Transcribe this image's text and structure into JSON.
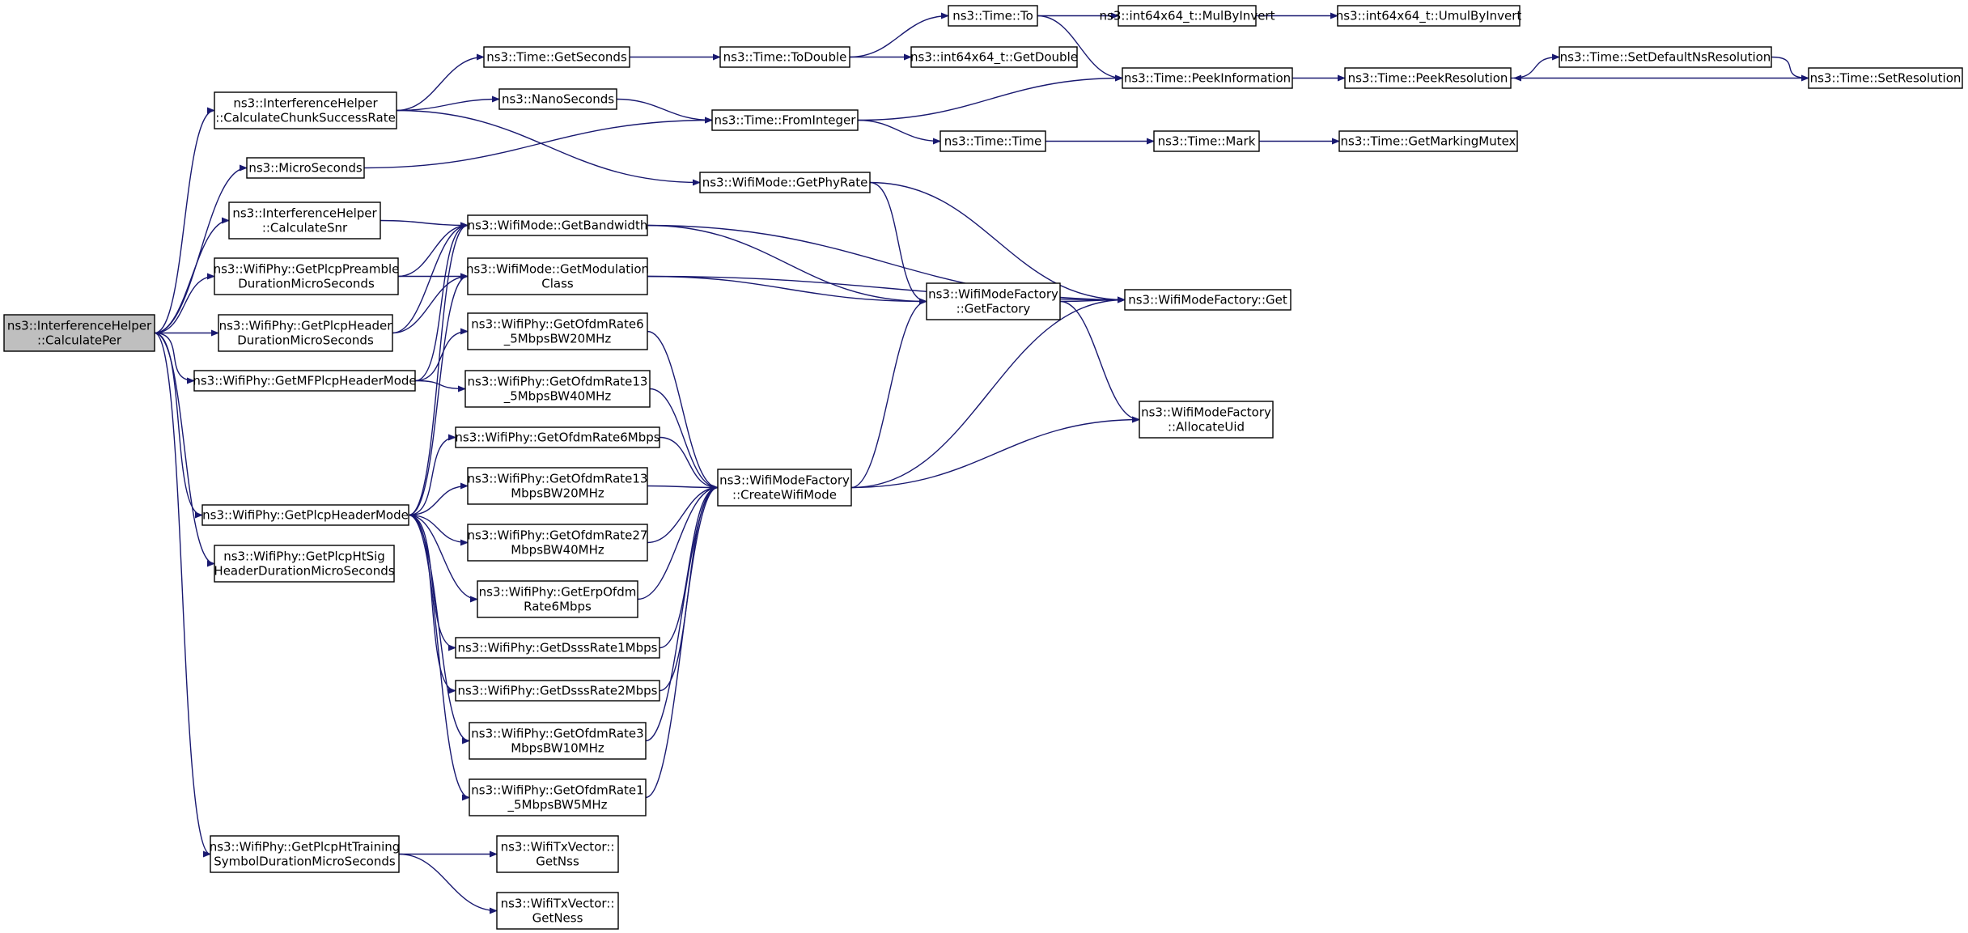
{
  "graph": {
    "nodes": [
      {
        "id": "root",
        "lines": [
          "ns3::InterferenceHelper",
          "::CalculatePer"
        ],
        "root": true
      },
      {
        "id": "ccsr",
        "lines": [
          "ns3::InterferenceHelper",
          "::CalculateChunkSuccessRate"
        ]
      },
      {
        "id": "micro",
        "lines": [
          "ns3::MicroSeconds"
        ]
      },
      {
        "id": "snr",
        "lines": [
          "ns3::InterferenceHelper",
          "::CalculateSnr"
        ]
      },
      {
        "id": "preamble",
        "lines": [
          "ns3::WifiPhy::GetPlcpPreamble",
          "DurationMicroSeconds"
        ]
      },
      {
        "id": "hdrdur",
        "lines": [
          "ns3::WifiPhy::GetPlcpHeader",
          "DurationMicroSeconds"
        ]
      },
      {
        "id": "mfmode",
        "lines": [
          "ns3::WifiPhy::GetMFPlcpHeaderMode"
        ]
      },
      {
        "id": "hdrmode",
        "lines": [
          "ns3::WifiPhy::GetPlcpHeaderMode"
        ]
      },
      {
        "id": "htsig",
        "lines": [
          "ns3::WifiPhy::GetPlcpHtSig",
          "HeaderDurationMicroSeconds"
        ]
      },
      {
        "id": "httrain",
        "lines": [
          "ns3::WifiPhy::GetPlcpHtTraining",
          "SymbolDurationMicroSeconds"
        ]
      },
      {
        "id": "getsec",
        "lines": [
          "ns3::Time::GetSeconds"
        ]
      },
      {
        "id": "nano",
        "lines": [
          "ns3::NanoSeconds"
        ]
      },
      {
        "id": "bandwidth",
        "lines": [
          "ns3::WifiMode::GetBandwidth"
        ]
      },
      {
        "id": "modclass",
        "lines": [
          "ns3::WifiMode::GetModulation",
          "Class"
        ]
      },
      {
        "id": "o65_20",
        "lines": [
          "ns3::WifiPhy::GetOfdmRate6",
          "_5MbpsBW20MHz"
        ]
      },
      {
        "id": "o135_40",
        "lines": [
          "ns3::WifiPhy::GetOfdmRate13",
          "_5MbpsBW40MHz"
        ]
      },
      {
        "id": "o6",
        "lines": [
          "ns3::WifiPhy::GetOfdmRate6Mbps"
        ]
      },
      {
        "id": "o13_20",
        "lines": [
          "ns3::WifiPhy::GetOfdmRate13",
          "MbpsBW20MHz"
        ]
      },
      {
        "id": "o27_40",
        "lines": [
          "ns3::WifiPhy::GetOfdmRate27",
          "MbpsBW40MHz"
        ]
      },
      {
        "id": "erp6",
        "lines": [
          "ns3::WifiPhy::GetErpOfdm",
          "Rate6Mbps"
        ]
      },
      {
        "id": "dsss1",
        "lines": [
          "ns3::WifiPhy::GetDsssRate1Mbps"
        ]
      },
      {
        "id": "dsss2",
        "lines": [
          "ns3::WifiPhy::GetDsssRate2Mbps"
        ]
      },
      {
        "id": "o3_10",
        "lines": [
          "ns3::WifiPhy::GetOfdmRate3",
          "MbpsBW10MHz"
        ]
      },
      {
        "id": "o15_5",
        "lines": [
          "ns3::WifiPhy::GetOfdmRate1",
          "_5MbpsBW5MHz"
        ]
      },
      {
        "id": "nss",
        "lines": [
          "ns3::WifiTxVector::",
          "GetNss"
        ]
      },
      {
        "id": "ness",
        "lines": [
          "ns3::WifiTxVector::",
          "GetNess"
        ]
      },
      {
        "id": "todouble",
        "lines": [
          "ns3::Time::ToDouble"
        ]
      },
      {
        "id": "frominteger",
        "lines": [
          "ns3::Time::FromInteger"
        ]
      },
      {
        "id": "phyrate",
        "lines": [
          "ns3::WifiMode::GetPhyRate"
        ]
      },
      {
        "id": "createwm",
        "lines": [
          "ns3::WifiModeFactory",
          "::CreateWifiMode"
        ]
      },
      {
        "id": "timeto",
        "lines": [
          "ns3::Time::To"
        ]
      },
      {
        "id": "getdouble",
        "lines": [
          "ns3::int64x64_t::GetDouble"
        ]
      },
      {
        "id": "timetime",
        "lines": [
          "ns3::Time::Time"
        ]
      },
      {
        "id": "getfactory",
        "lines": [
          "ns3::WifiModeFactory",
          "::GetFactory"
        ]
      },
      {
        "id": "mulbyinv",
        "lines": [
          "ns3::int64x64_t::MulByInvert"
        ]
      },
      {
        "id": "peekinfo",
        "lines": [
          "ns3::Time::PeekInformation"
        ]
      },
      {
        "id": "mark",
        "lines": [
          "ns3::Time::Mark"
        ]
      },
      {
        "id": "wmfget",
        "lines": [
          "ns3::WifiModeFactory::Get"
        ]
      },
      {
        "id": "allocuid",
        "lines": [
          "ns3::WifiModeFactory",
          "::AllocateUid"
        ]
      },
      {
        "id": "umulbyinv",
        "lines": [
          "ns3::int64x64_t::UmulByInvert"
        ]
      },
      {
        "id": "peekres",
        "lines": [
          "ns3::Time::PeekResolution"
        ]
      },
      {
        "id": "markmutex",
        "lines": [
          "ns3::Time::GetMarkingMutex"
        ]
      },
      {
        "id": "setdefres",
        "lines": [
          "ns3::Time::SetDefaultNsResolution"
        ]
      },
      {
        "id": "setres",
        "lines": [
          "ns3::Time::SetResolution"
        ]
      }
    ],
    "edges": [
      [
        "root",
        "ccsr"
      ],
      [
        "root",
        "micro"
      ],
      [
        "root",
        "snr"
      ],
      [
        "root",
        "preamble"
      ],
      [
        "root",
        "hdrdur"
      ],
      [
        "root",
        "mfmode"
      ],
      [
        "root",
        "hdrmode"
      ],
      [
        "root",
        "htsig"
      ],
      [
        "root",
        "httrain"
      ],
      [
        "ccsr",
        "getsec"
      ],
      [
        "ccsr",
        "nano"
      ],
      [
        "ccsr",
        "phyrate"
      ],
      [
        "micro",
        "frominteger"
      ],
      [
        "snr",
        "bandwidth"
      ],
      [
        "preamble",
        "bandwidth"
      ],
      [
        "preamble",
        "modclass"
      ],
      [
        "hdrdur",
        "bandwidth"
      ],
      [
        "hdrdur",
        "modclass"
      ],
      [
        "mfmode",
        "bandwidth"
      ],
      [
        "mfmode",
        "o65_20"
      ],
      [
        "mfmode",
        "o135_40"
      ],
      [
        "hdrmode",
        "bandwidth"
      ],
      [
        "hdrmode",
        "modclass"
      ],
      [
        "hdrmode",
        "o6"
      ],
      [
        "hdrmode",
        "o13_20"
      ],
      [
        "hdrmode",
        "o27_40"
      ],
      [
        "hdrmode",
        "erp6"
      ],
      [
        "hdrmode",
        "dsss1"
      ],
      [
        "hdrmode",
        "dsss2"
      ],
      [
        "hdrmode",
        "o3_10"
      ],
      [
        "hdrmode",
        "o15_5"
      ],
      [
        "httrain",
        "nss"
      ],
      [
        "httrain",
        "ness"
      ],
      [
        "getsec",
        "todouble"
      ],
      [
        "nano",
        "frominteger"
      ],
      [
        "todouble",
        "timeto"
      ],
      [
        "todouble",
        "getdouble"
      ],
      [
        "timeto",
        "mulbyinv"
      ],
      [
        "timeto",
        "peekinfo"
      ],
      [
        "mulbyinv",
        "umulbyinv"
      ],
      [
        "frominteger",
        "peekinfo"
      ],
      [
        "frominteger",
        "timetime"
      ],
      [
        "timetime",
        "mark"
      ],
      [
        "mark",
        "markmutex"
      ],
      [
        "peekinfo",
        "peekres"
      ],
      [
        "peekres",
        "setdefres"
      ],
      [
        "setdefres",
        "setres"
      ],
      [
        "setres",
        "peekres"
      ],
      [
        "phyrate",
        "getfactory"
      ],
      [
        "phyrate",
        "wmfget"
      ],
      [
        "bandwidth",
        "getfactory"
      ],
      [
        "bandwidth",
        "wmfget"
      ],
      [
        "modclass",
        "getfactory"
      ],
      [
        "modclass",
        "wmfget"
      ],
      [
        "getfactory",
        "wmfget"
      ],
      [
        "getfactory",
        "allocuid"
      ],
      [
        "createwm",
        "getfactory"
      ],
      [
        "createwm",
        "wmfget"
      ],
      [
        "createwm",
        "allocuid"
      ],
      [
        "o65_20",
        "createwm"
      ],
      [
        "o135_40",
        "createwm"
      ],
      [
        "o6",
        "createwm"
      ],
      [
        "o13_20",
        "createwm"
      ],
      [
        "o27_40",
        "createwm"
      ],
      [
        "erp6",
        "createwm"
      ],
      [
        "dsss1",
        "createwm"
      ],
      [
        "dsss2",
        "createwm"
      ],
      [
        "o3_10",
        "createwm"
      ],
      [
        "o15_5",
        "createwm"
      ]
    ]
  }
}
